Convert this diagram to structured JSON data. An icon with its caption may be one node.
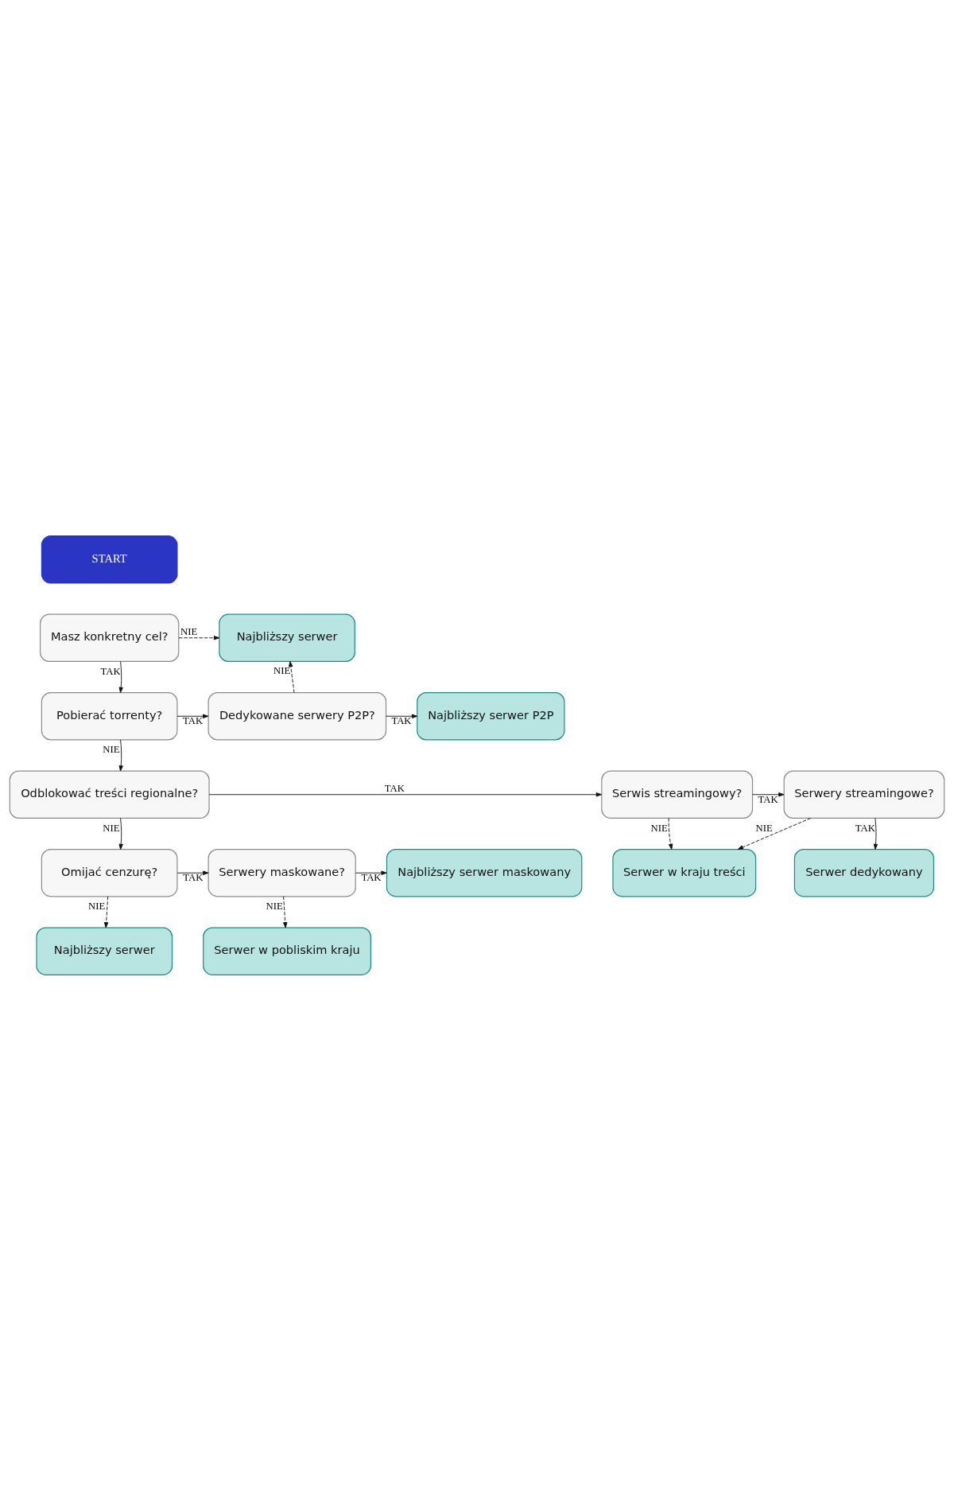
{
  "diagram": {
    "nodes": [
      {
        "text": [
          "START"
        ]
      },
      {
        "text": [
          "Masz konkretny cel?"
        ]
      },
      {
        "text": [
          "Najbliższy serwer"
        ]
      },
      {
        "text": [
          "Pobierać torrenty?"
        ]
      },
      {
        "text": [
          "Dedykowane serwery P2P?"
        ]
      },
      {
        "text": [
          "Najbliższy serwer P2P"
        ]
      },
      {
        "text": [
          "Serwer w kraju treści"
        ]
      },
      {
        "text": [
          "Odblokować treści regionalne?"
        ]
      },
      {
        "text": [
          "Serwis streamingowy?"
        ]
      },
      {
        "text": [
          "Serwery streamingowe?"
        ]
      },
      {
        "text": [
          "Serwer dedykowany"
        ]
      },
      {
        "text": [
          "Omijać cenzurę?"
        ]
      },
      {
        "text": [
          "Serwery maskowane?"
        ]
      },
      {
        "text": [
          "Najbliższy serwer maskowany"
        ]
      },
      {
        "text": [
          "Najbliższy serwer"
        ]
      },
      {
        "text": [
          "Serwer w pobliskim kraju"
        ]
      }
    ],
    "edges": [
      {
        "from": 1,
        "to": 2,
        "arrow": "to",
        "label": "NIE",
        "style": "dashed"
      },
      {
        "from": 1,
        "to": 3,
        "arrow": "to",
        "label": "TAK"
      },
      {
        "from": 3,
        "to": 4,
        "arrow": "to",
        "label": "TAK"
      },
      {
        "from": 4,
        "to": 2,
        "arrow": "to",
        "label": "NIE",
        "style": "dashed"
      },
      {
        "from": 4,
        "to": 5,
        "arrow": "to",
        "label": "TAK"
      },
      {
        "from": 3,
        "to": 7,
        "arrow": "to",
        "label": "NIE"
      },
      {
        "from": 7,
        "to": 8,
        "arrow": "to",
        "label": "TAK"
      },
      {
        "from": 8,
        "to": 6,
        "arrow": "to",
        "label": "NIE",
        "style": "dashed"
      },
      {
        "from": 8,
        "to": 9,
        "arrow": "to",
        "label": "TAK"
      },
      {
        "from": 9,
        "to": 6,
        "arrow": "to",
        "label": "NIE",
        "style": "dashed"
      },
      {
        "from": 9,
        "to": 10,
        "arrow": "to",
        "label": "TAK"
      },
      {
        "from": 7,
        "to": 11,
        "arrow": "to",
        "label": "NIE"
      },
      {
        "from": 11,
        "to": 12,
        "arrow": "to",
        "label": "TAK"
      },
      {
        "from": 12,
        "to": 13,
        "arrow": "to",
        "label": "TAK"
      },
      {
        "from": 11,
        "to": 14,
        "arrow": "to",
        "label": "NIE",
        "style": "dashed"
      },
      {
        "from": 12,
        "to": 15,
        "arrow": "to",
        "label": "NIE",
        "style": "dashed"
      }
    ]
  }
}
